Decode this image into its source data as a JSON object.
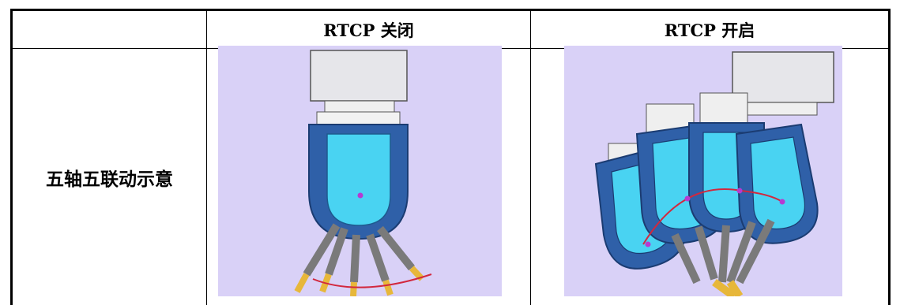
{
  "table": {
    "headers": [
      "",
      "RTCP 关闭",
      "RTCP 开启"
    ],
    "row_label": "五轴五联动示意"
  },
  "colors": {
    "panel_bg": "#d9d1f7",
    "spindle_head": "#e4e4e8",
    "tool_holder": "#2f60a8",
    "tool_holder_inner": "#49d3f2",
    "tip_dot": "#b63ad1",
    "path_arc": "#d2283e",
    "tool_tip": "#f0c84a"
  },
  "icons": {
    "panel_rtcp_off": "five-axis-tool-diagram-icon",
    "panel_rtcp_on": "five-axis-tool-diagram-icon"
  }
}
